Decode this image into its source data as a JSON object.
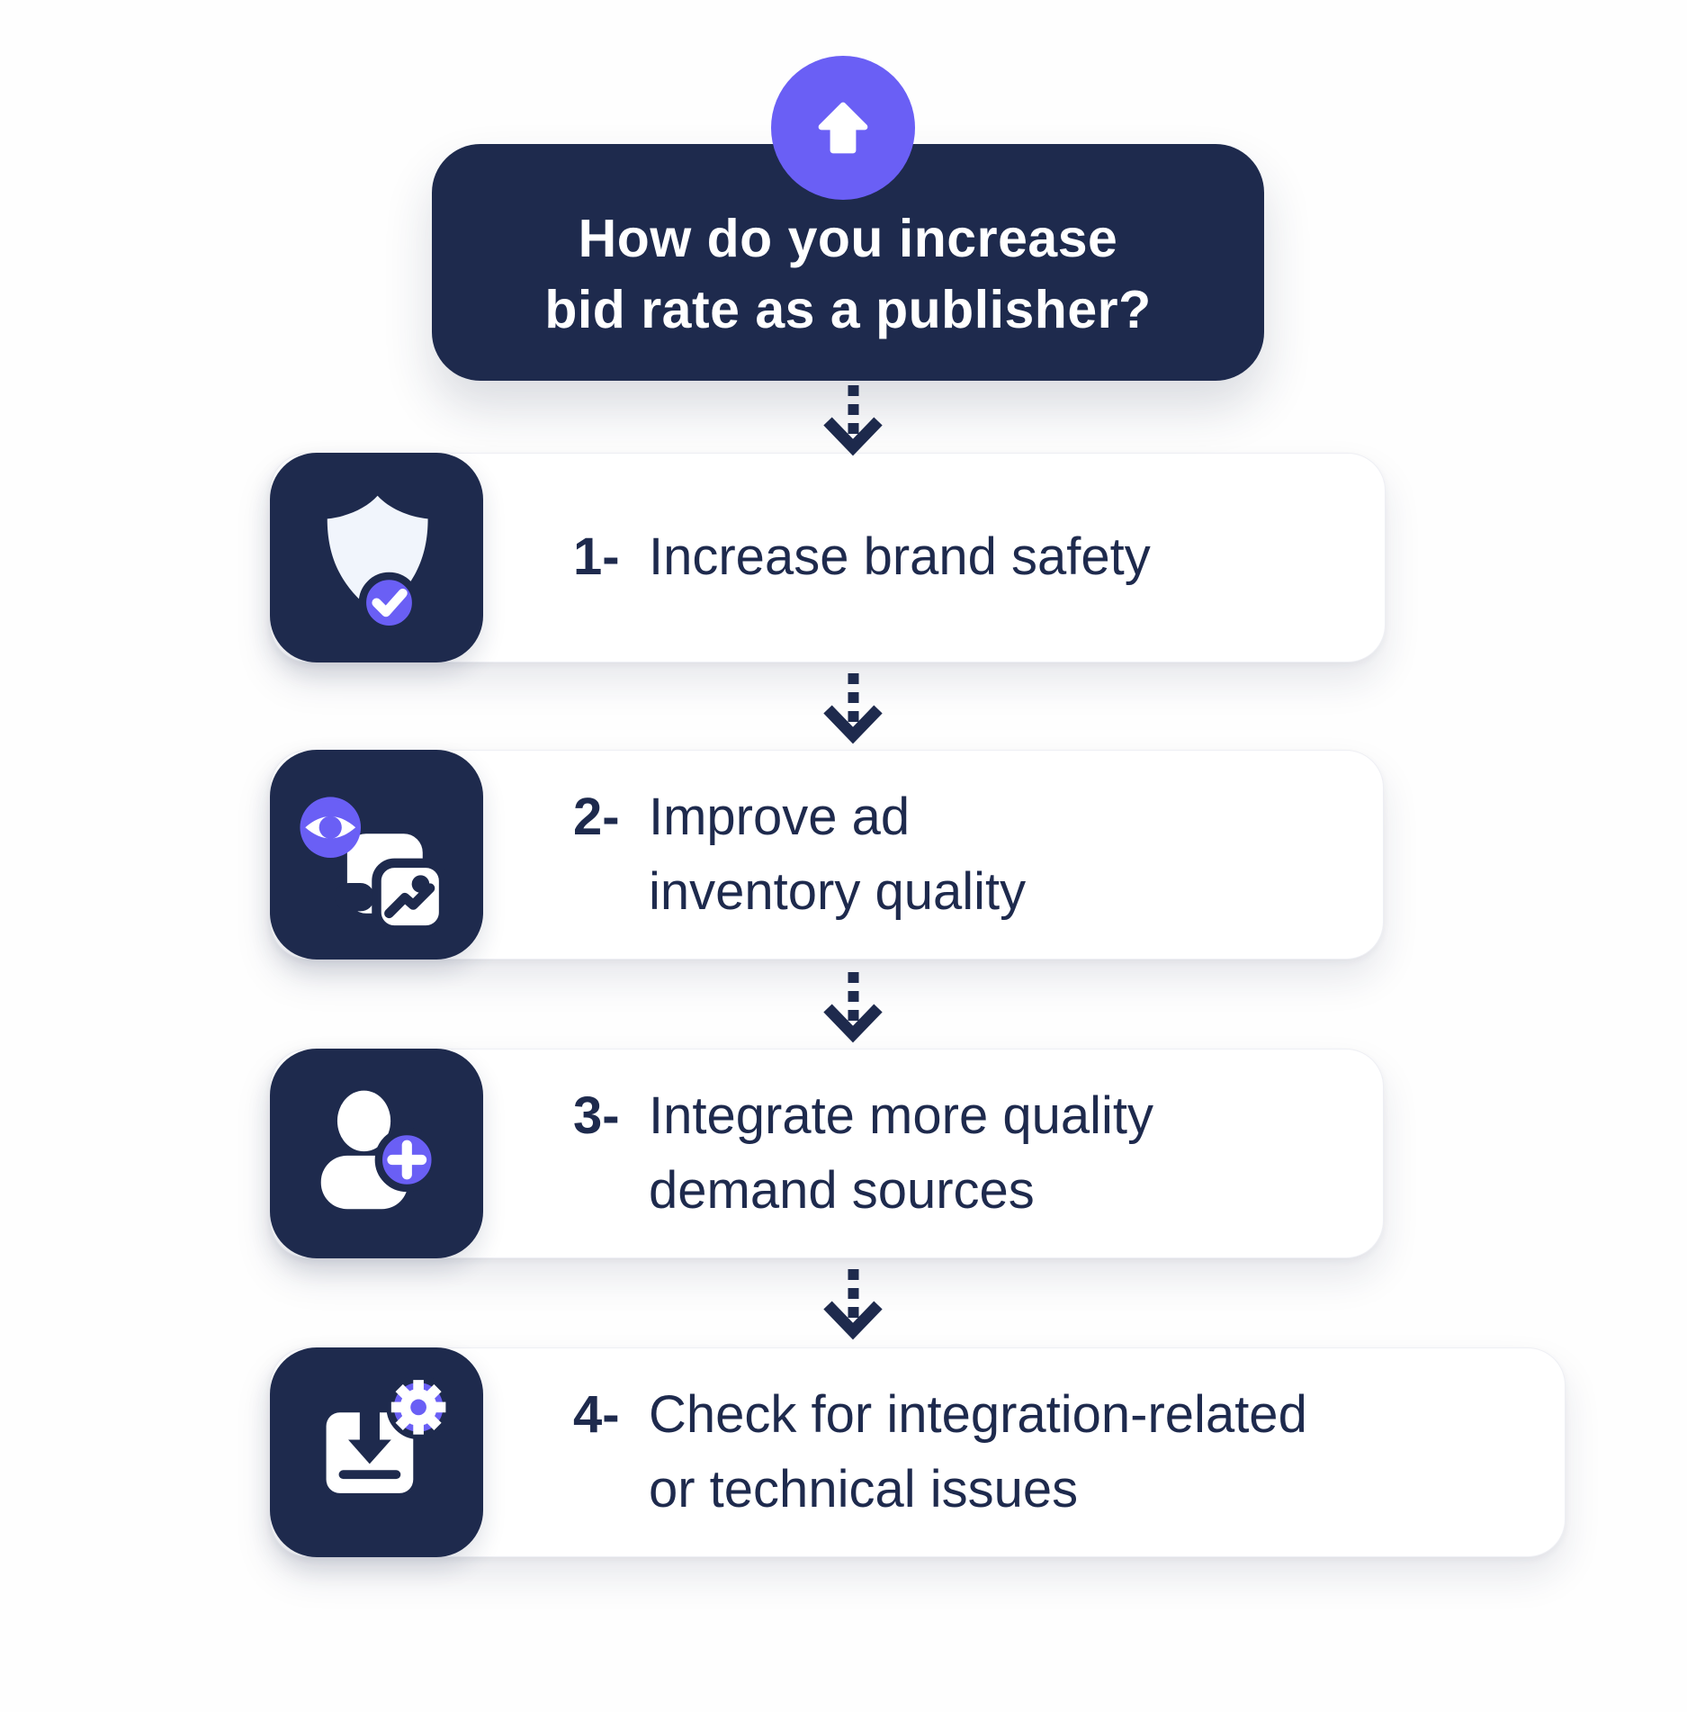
{
  "colors": {
    "navy": "#1E2A4D",
    "purple": "#6A5FF5",
    "shield": "#F1F5FC",
    "pagebg": "#FEFEFE",
    "cardbg": "#FFFFFF",
    "cardborder": "#EEEFF4"
  },
  "header": {
    "icon": "up-arrow-icon",
    "title_line1": "How do you increase",
    "title_line2": "bid rate as a publisher?"
  },
  "connector_icon": "dashed-down-arrow-icon",
  "steps": [
    {
      "icon": "shield-check-icon",
      "prefix": "1-",
      "lines": [
        "Increase brand safety"
      ]
    },
    {
      "icon": "ad-inventory-eye-icon",
      "prefix": "2-",
      "lines": [
        "Improve ad",
        "inventory quality"
      ]
    },
    {
      "icon": "add-user-icon",
      "prefix": "3-",
      "lines": [
        "Integrate more quality",
        "demand sources"
      ]
    },
    {
      "icon": "integration-gear-icon",
      "prefix": "4-",
      "lines": [
        "Check for integration-related",
        "or technical issues"
      ]
    }
  ]
}
